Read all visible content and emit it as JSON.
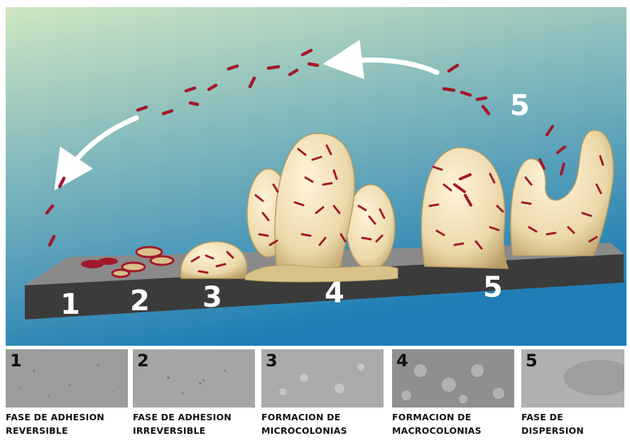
{
  "scene": {
    "colors": {
      "sky_top": "#cfe6c2",
      "sky_bottom": "#1f7eb5",
      "colony_fill": "#ecd9aa",
      "bacteria": "#a2192b",
      "surface_top": "#8a8a8a",
      "surface_front": "#3b3b3b"
    },
    "floating_number": "5",
    "stage_numbers": [
      "1",
      "2",
      "3",
      "4",
      "5"
    ]
  },
  "panels": [
    {
      "number": "1",
      "caption": [
        "FASE DE ADHESION",
        "REVERSIBLE"
      ],
      "photo_tone": "#9c9c9c"
    },
    {
      "number": "2",
      "caption": [
        "FASE DE ADHESION",
        "IRREVERSIBLE"
      ],
      "photo_tone": "#a5a5a5"
    },
    {
      "number": "3",
      "caption": [
        "FORMACION DE",
        "MICROCOLONIAS"
      ],
      "photo_tone": "#aaaaaa"
    },
    {
      "number": "4",
      "caption": [
        "FORMACION DE",
        "MACROCOLONIAS"
      ],
      "photo_tone": "#8f8f8f"
    },
    {
      "number": "5",
      "caption": [
        "FASE DE",
        "DISPERSION"
      ],
      "photo_tone": "#b0b0b0"
    }
  ]
}
